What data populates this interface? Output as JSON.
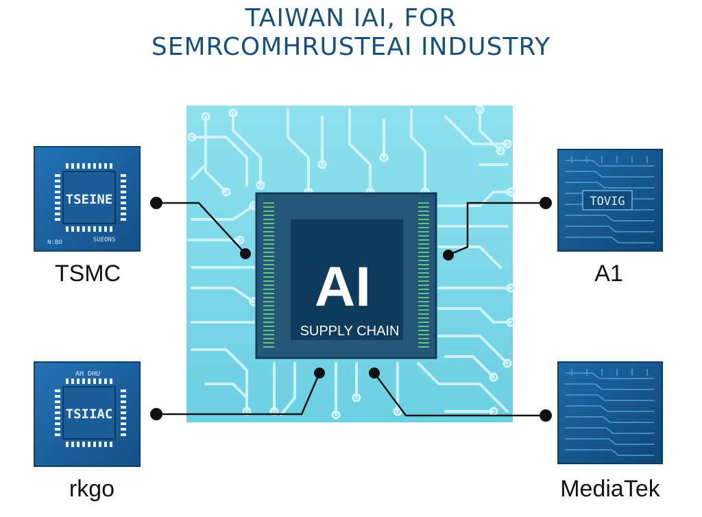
{
  "title": {
    "line1": "TAIWAN IAI, FOR",
    "line2": "SEMRCOMHRUSTEAI INDUSTRY"
  },
  "center_chip": {
    "big_text": "AI",
    "sub_text": "SUPPLY CHAIN"
  },
  "nodes": {
    "top_left": {
      "chip_text": "TSEINE",
      "caption": "TSMC",
      "small_left": "N:BO",
      "small_right": "SUEONS"
    },
    "bottom_left": {
      "chip_text": "TSIIAC",
      "caption": "rkgo",
      "small_top": "AH DHU"
    },
    "top_right": {
      "chip_text": "TOVIG",
      "caption": "A1"
    },
    "bottom_right": {
      "chip_text": "",
      "caption": "MediaTek"
    }
  },
  "colors": {
    "title": "#17507a",
    "chip_blue": "#1b64a6",
    "chip_dark": "#12476f",
    "board_cyan": "#7fd9e8",
    "core_dark": "#0f3c5c",
    "wire": "#111111"
  }
}
